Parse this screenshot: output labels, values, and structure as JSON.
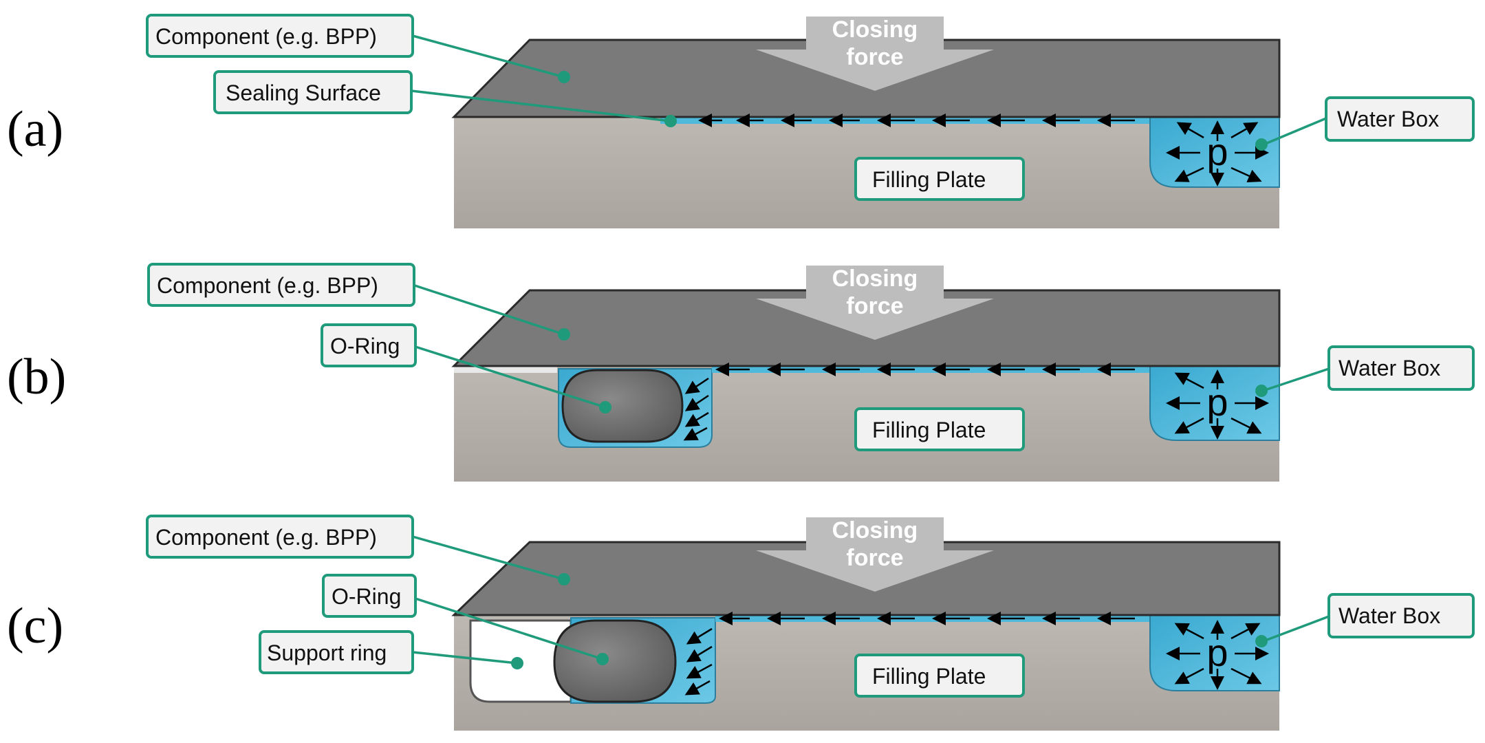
{
  "colors": {
    "component": "#7a7a7a",
    "component_edge": "#2b2b2b",
    "filling_plate": "#b5b0aa",
    "water": "#4fb9dc",
    "o_ring": "#6e6e6e",
    "support_ring": "#ffffff",
    "force_arrow": "#bdbdbd",
    "leader": "#1f9a7a",
    "label_bg": "#f2f2f2"
  },
  "panels": [
    {
      "id": "a",
      "panel_label": "(a)",
      "force_label_line1": "Closing",
      "force_label_line2": "force",
      "component_label": "Component (e.g. BPP)",
      "second_label": "Sealing Surface",
      "filling_plate_label": "Filling Plate",
      "water_box_label": "Water Box",
      "pressure_symbol": "p"
    },
    {
      "id": "b",
      "panel_label": "(b)",
      "force_label_line1": "Closing",
      "force_label_line2": "force",
      "component_label": "Component (e.g. BPP)",
      "second_label": "O-Ring",
      "filling_plate_label": "Filling Plate",
      "water_box_label": "Water Box",
      "pressure_symbol": "p"
    },
    {
      "id": "c",
      "panel_label": "(c)",
      "force_label_line1": "Closing",
      "force_label_line2": "force",
      "component_label": "Component (e.g. BPP)",
      "second_label": "O-Ring",
      "third_label": "Support ring",
      "filling_plate_label": "Filling Plate",
      "water_box_label": "Water Box",
      "pressure_symbol": "p"
    }
  ]
}
